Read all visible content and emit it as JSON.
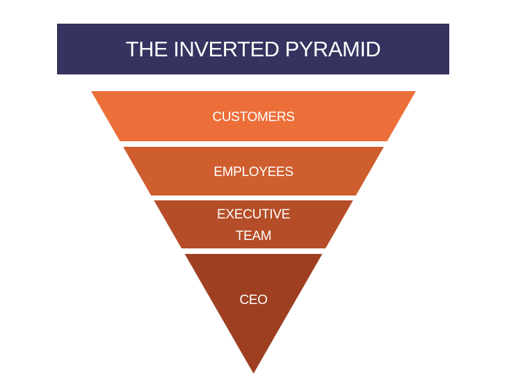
{
  "title": "THE INVERTED PYRAMID",
  "levels": [
    {
      "lines": [
        "CUSTOMERS"
      ],
      "color": "#ec6f3a"
    },
    {
      "lines": [
        "EMPLOYEES"
      ],
      "color": "#cf5e2f"
    },
    {
      "lines": [
        "EXECUTIVE",
        "TEAM"
      ],
      "color": "#b44d28"
    },
    {
      "lines": [
        "CEO"
      ],
      "color": "#9e3f22"
    }
  ],
  "title_color": "#35335f"
}
